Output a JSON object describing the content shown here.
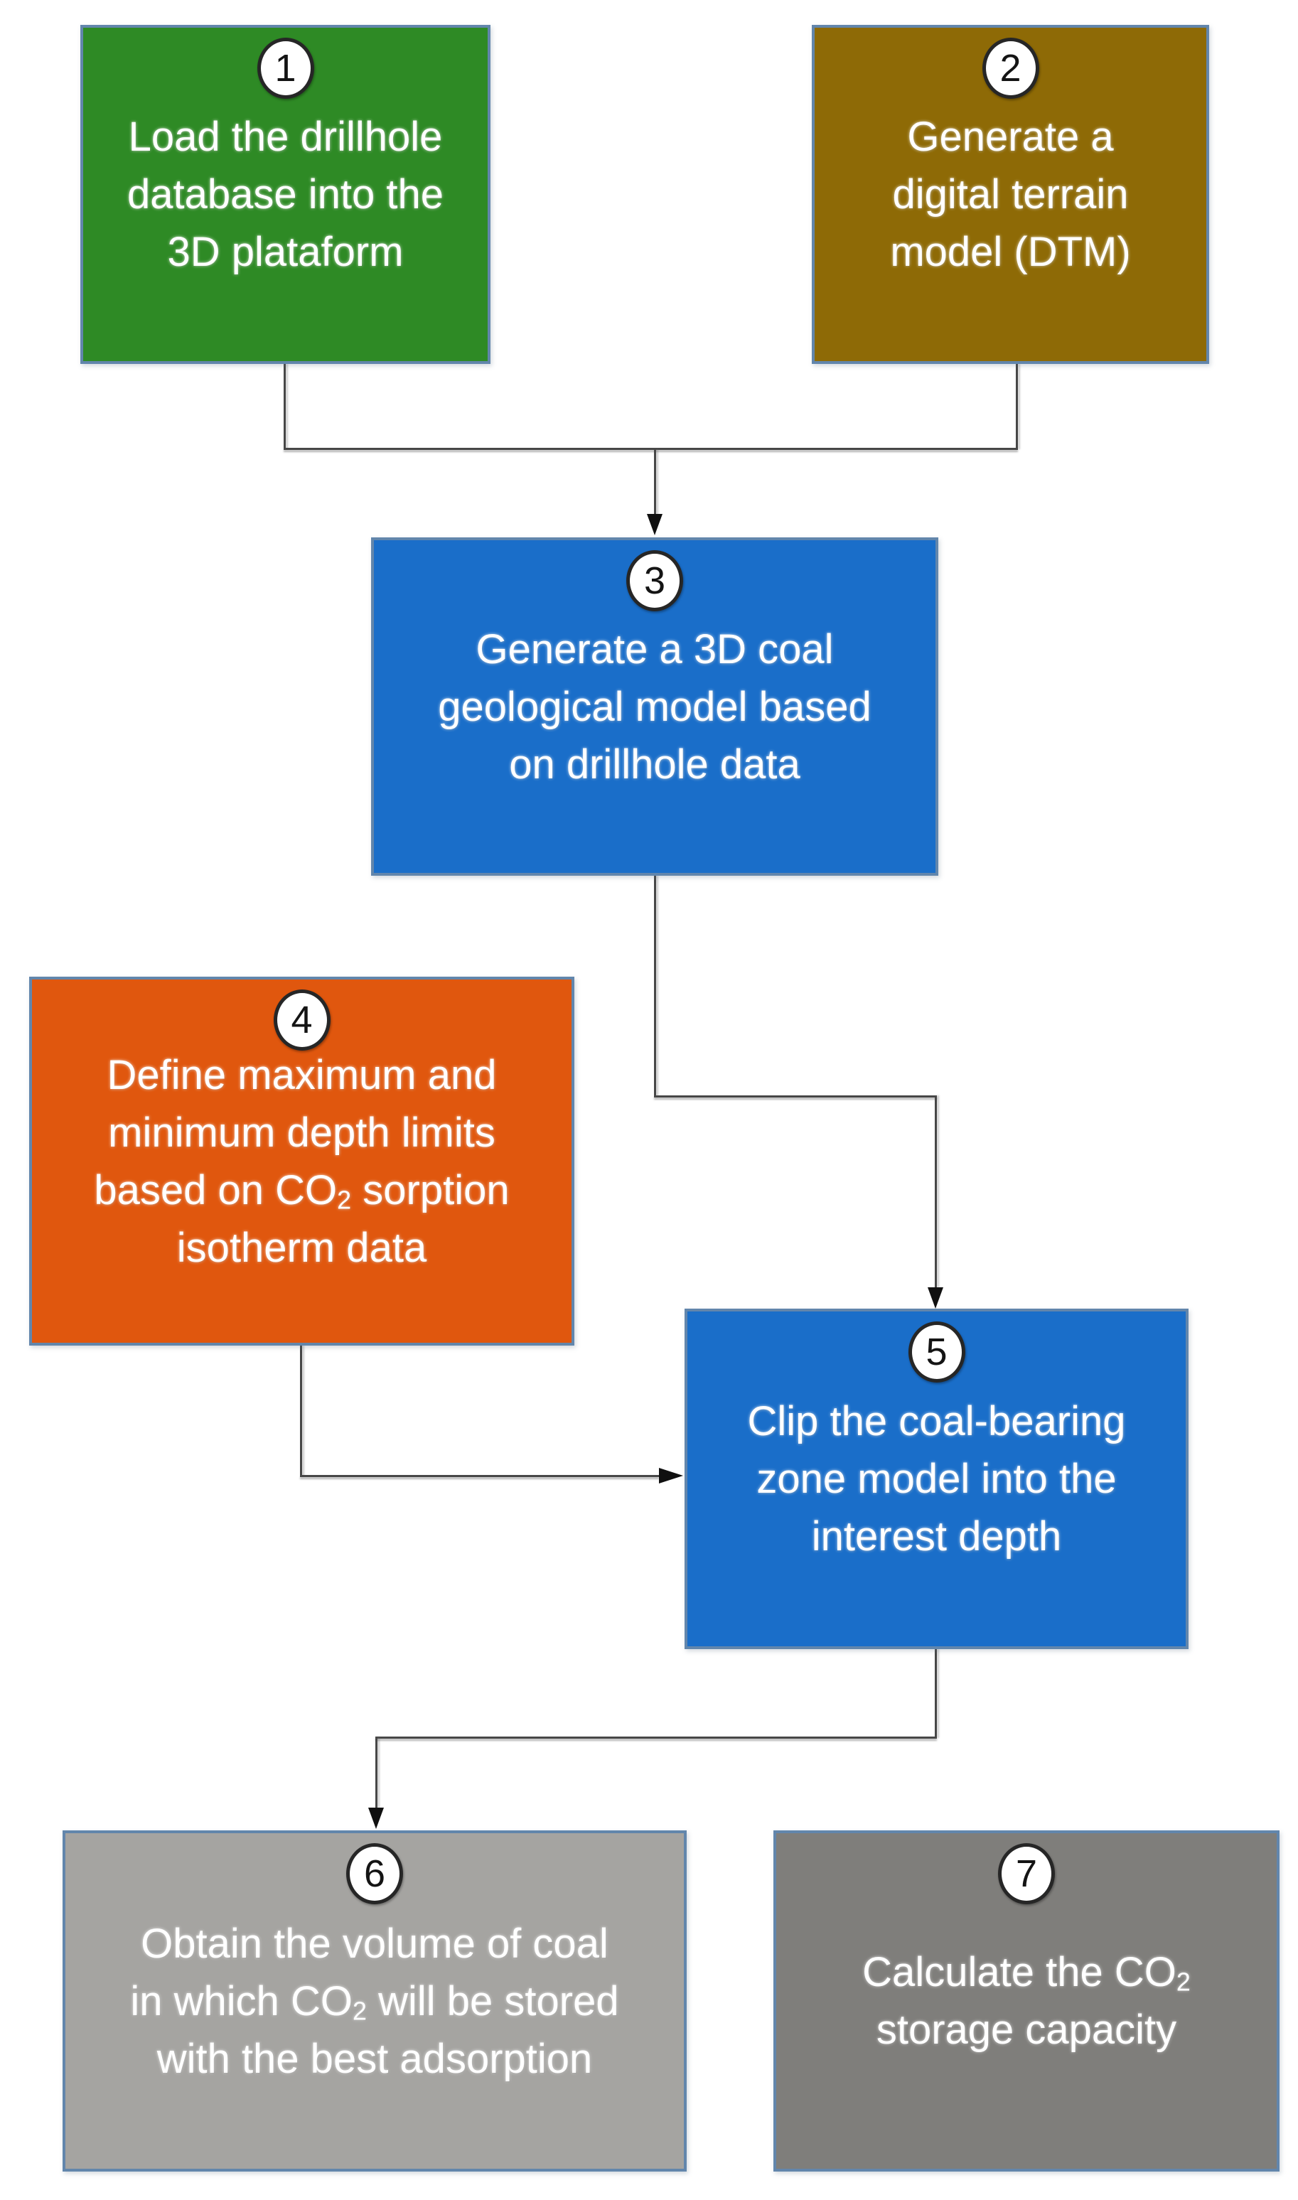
{
  "diagram": {
    "background": "#FFFFFF",
    "box_border_color": "#6286AC",
    "connector_color": "#474747",
    "arrowhead_color": "#101010",
    "text_color": "#FFFFFF",
    "badge_fill": "#FFFFFF",
    "badge_text_color": "#141414"
  },
  "steps": [
    {
      "number": "1",
      "fill": "#2E8A25",
      "segments": [
        {
          "t": "Load the drillhole"
        },
        {
          "br": true
        },
        {
          "t": "database into the"
        },
        {
          "br": true
        },
        {
          "t": "3D plataform"
        }
      ]
    },
    {
      "number": "2",
      "fill": "#8E6A06",
      "segments": [
        {
          "t": "Generate a"
        },
        {
          "br": true
        },
        {
          "t": "digital terrain"
        },
        {
          "br": true
        },
        {
          "t": "model (DTM)"
        }
      ]
    },
    {
      "number": "3",
      "fill": "#1A6EC9",
      "segments": [
        {
          "t": "Generate a 3D coal"
        },
        {
          "br": true
        },
        {
          "t": "geological model based"
        },
        {
          "br": true
        },
        {
          "t": "on drillhole data"
        }
      ]
    },
    {
      "number": "4",
      "fill": "#E0570E",
      "segments": [
        {
          "t": "Define maximum and"
        },
        {
          "br": true
        },
        {
          "t": "minimum depth limits"
        },
        {
          "br": true
        },
        {
          "t": "based on CO"
        },
        {
          "t": "2",
          "sub": true
        },
        {
          "t": " sorption"
        },
        {
          "br": true
        },
        {
          "t": "isotherm data"
        }
      ]
    },
    {
      "number": "5",
      "fill": "#1A6EC9",
      "segments": [
        {
          "t": "Clip the coal-bearing"
        },
        {
          "br": true
        },
        {
          "t": "zone model into the"
        },
        {
          "br": true
        },
        {
          "t": "interest depth"
        }
      ]
    },
    {
      "number": "6",
      "fill": "#A5A4A1",
      "segments": [
        {
          "t": "Obtain the volume of coal"
        },
        {
          "br": true
        },
        {
          "t": "in which CO"
        },
        {
          "t": "2",
          "sub": true
        },
        {
          "t": " will be stored"
        },
        {
          "br": true
        },
        {
          "t": "with the best adsorption"
        }
      ]
    },
    {
      "number": "7",
      "fill": "#7F7E7B",
      "segments": [
        {
          "t": "Calculate the CO"
        },
        {
          "t": "2",
          "sub": true
        },
        {
          "br": true
        },
        {
          "t": "storage capacity"
        }
      ]
    }
  ],
  "edges": [
    {
      "from": "1",
      "to": "3"
    },
    {
      "from": "2",
      "to": "3"
    },
    {
      "from": "3",
      "to": "5"
    },
    {
      "from": "4",
      "to": "5"
    },
    {
      "from": "5",
      "to": "6"
    }
  ]
}
